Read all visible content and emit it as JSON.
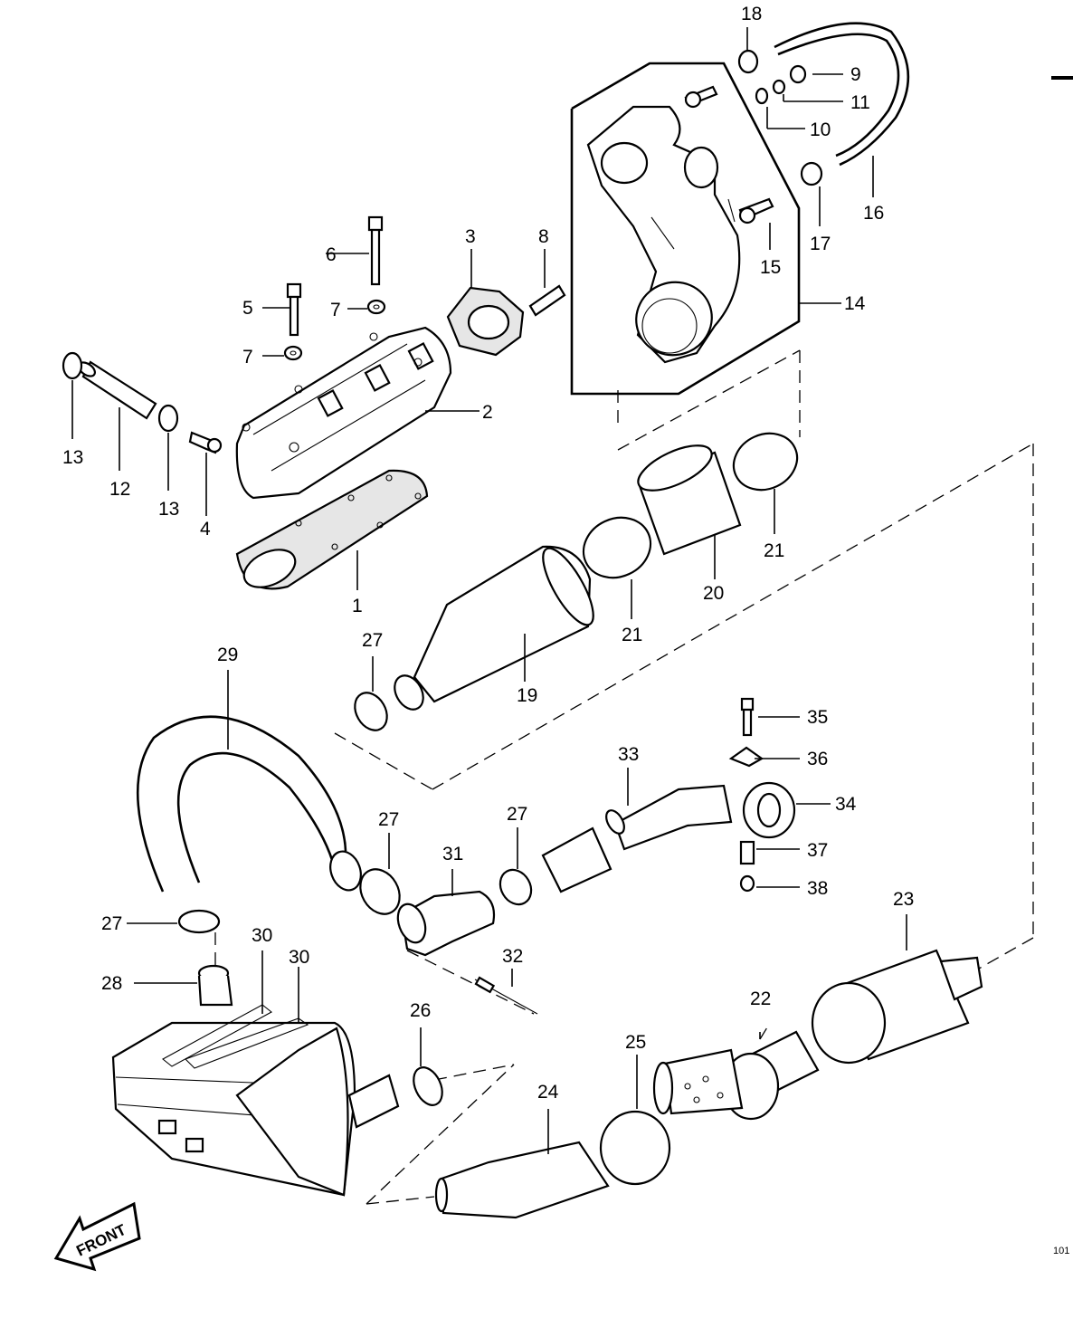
{
  "diagram": {
    "page_marker": "101",
    "front_label": "FRONT",
    "part_numbers": {
      "p1": "1",
      "p2": "2",
      "p3": "3",
      "p4": "4",
      "p5": "5",
      "p6": "6",
      "p7a": "7",
      "p7b": "7",
      "p8": "8",
      "p9": "9",
      "p10": "10",
      "p11": "11",
      "p12": "12",
      "p13a": "13",
      "p13b": "13",
      "p14": "14",
      "p15": "15",
      "p16": "16",
      "p17": "17",
      "p18": "18",
      "p19": "19",
      "p20": "20",
      "p21a": "21",
      "p21b": "21",
      "p22": "22",
      "p23": "23",
      "p24": "24",
      "p25": "25",
      "p26": "26",
      "p27a": "27",
      "p27b": "27",
      "p27c": "27",
      "p27d": "27",
      "p28": "28",
      "p29": "29",
      "p30a": "30",
      "p30b": "30",
      "p31": "31",
      "p32": "32",
      "p33": "33",
      "p34": "34",
      "p35": "35",
      "p36": "36",
      "p37": "37",
      "p38": "38"
    }
  }
}
